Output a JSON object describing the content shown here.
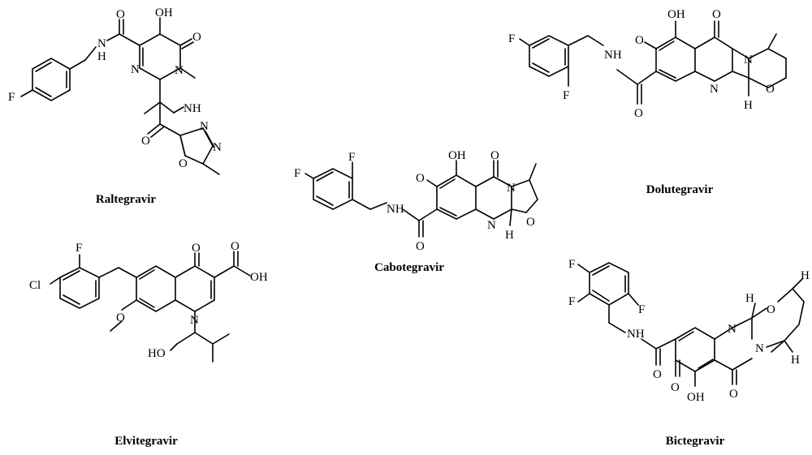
{
  "figure": {
    "colors": {
      "ink": "#000000",
      "background": "#ffffff"
    },
    "molecules": [
      {
        "id": "raltegravir",
        "name": "Raltegravir",
        "atoms": {
          "f": "F",
          "nh_amide": "N",
          "h_amide": "H",
          "o_amide": "O",
          "oh": "OH",
          "o_keto": "O",
          "n3": "N",
          "n1": "N",
          "nh2": "NH",
          "o_amide2": "O",
          "n_oxa1": "N",
          "n_oxa2": "N",
          "o_oxa": "O"
        }
      },
      {
        "id": "dolutegravir",
        "name": "Dolutegravir",
        "atoms": {
          "f1": "F",
          "f2": "F",
          "nh": "NH",
          "o_amide": "O",
          "o_keto": "O",
          "oh": "OH",
          "o_keto2": "O",
          "n_ring": "N",
          "n_ring2": "N",
          "o_ring": "O",
          "h_ring": "H"
        }
      },
      {
        "id": "cabotegravir",
        "name": "Cabotegravir",
        "atoms": {
          "f1": "F",
          "f2": "F",
          "nh": "NH",
          "o_amide": "O",
          "o_keto": "O",
          "oh": "OH",
          "o_keto2": "O",
          "n_ring": "N",
          "n_ring2": "N",
          "o_ring": "O",
          "h_ring": "H"
        }
      },
      {
        "id": "elvitegravir",
        "name": "Elvitegravir",
        "atoms": {
          "cl": "Cl",
          "f": "F",
          "o_keto": "O",
          "o_acid": "O",
          "oh_acid": "OH",
          "o_methoxy": "O",
          "n_ring": "N",
          "ho": "HO"
        }
      },
      {
        "id": "bictegravir",
        "name": "Bictegravir",
        "atoms": {
          "f1": "F",
          "f2": "F",
          "f3": "F",
          "nh": "NH",
          "o_amide": "O",
          "n_ring": "N",
          "o_ring": "O",
          "h1": "H",
          "n_ring2": "N",
          "h2": "H",
          "h3": "H",
          "o_keto": "O",
          "o_keto2": "O",
          "oh": "OH"
        }
      }
    ]
  }
}
